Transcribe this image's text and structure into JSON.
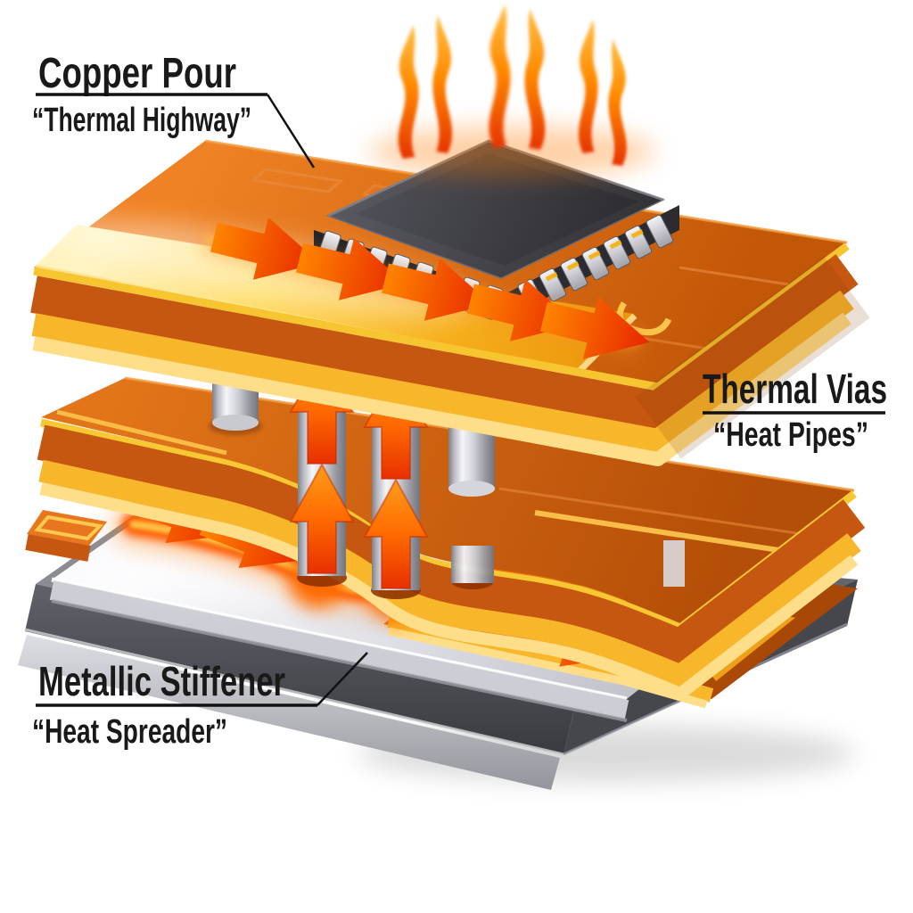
{
  "labels": {
    "copper_pour": {
      "title": "Copper Pour",
      "subtitle": "“Thermal Highway”"
    },
    "thermal_vias": {
      "title": "Thermal Vias",
      "subtitle": "“Heat Pipes”"
    },
    "metallic_stiffener": {
      "title": "Metallic Stiffener",
      "subtitle": "“Heat Spreader”"
    }
  },
  "palette": {
    "background": "#FFFFFF",
    "copper_pour_gold": "#F6AE1C",
    "pcb_orange": "#D3660F",
    "pcb_edge_gold": "#F8B62B",
    "heat_arrow_red": "#F02800",
    "heat_glow_orange": "#FF7A00",
    "via_silver": "#C9CAD1",
    "spreader_silver": "#E6E7EB",
    "stiffener_gray": "#515257",
    "chip_dark": "#3A3A40",
    "label_text": "#191919"
  }
}
